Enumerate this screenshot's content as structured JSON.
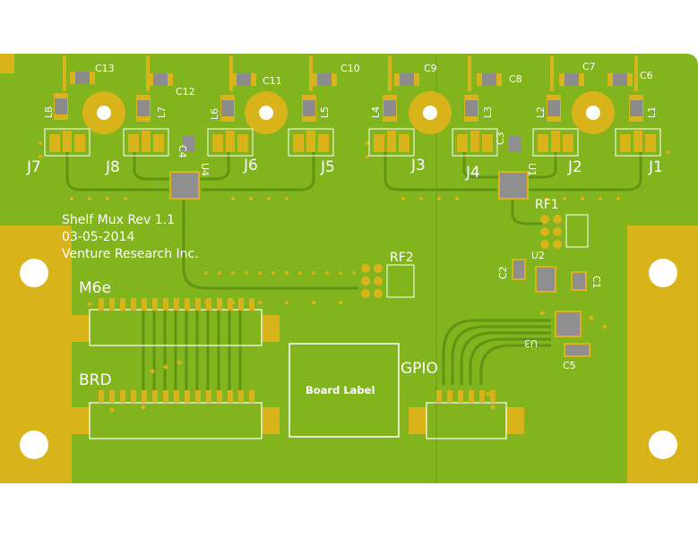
{
  "board": {
    "title_lines": [
      "Shelf Mux Rev 1.1",
      "03-05-2014",
      "Venture Research Inc."
    ],
    "label_box": "Board Label",
    "connectors": {
      "m6e": "M6e",
      "brd": "BRD",
      "gpio": "GPIO",
      "rf1": "RF1",
      "rf2": "RF2"
    },
    "capacitors_top": [
      "C13",
      "C12",
      "C11",
      "C10",
      "C9",
      "C8",
      "C7",
      "C6"
    ],
    "inductors": [
      "L8",
      "L7",
      "L6",
      "L5",
      "L4",
      "L3",
      "L2",
      "L1"
    ],
    "jacks": [
      "J7",
      "J8",
      "J6",
      "J5",
      "J3",
      "J4",
      "J2",
      "J1"
    ],
    "ics": [
      "U4",
      "U1",
      "U2",
      "U3"
    ],
    "misc_caps": [
      "C4",
      "C3",
      "C2",
      "C1",
      "C5"
    ],
    "colors": {
      "mask": "#7fb11c",
      "mask_dark": "#5f8f10",
      "gold": "#d9b31a",
      "silk": "#ffffff"
    }
  }
}
